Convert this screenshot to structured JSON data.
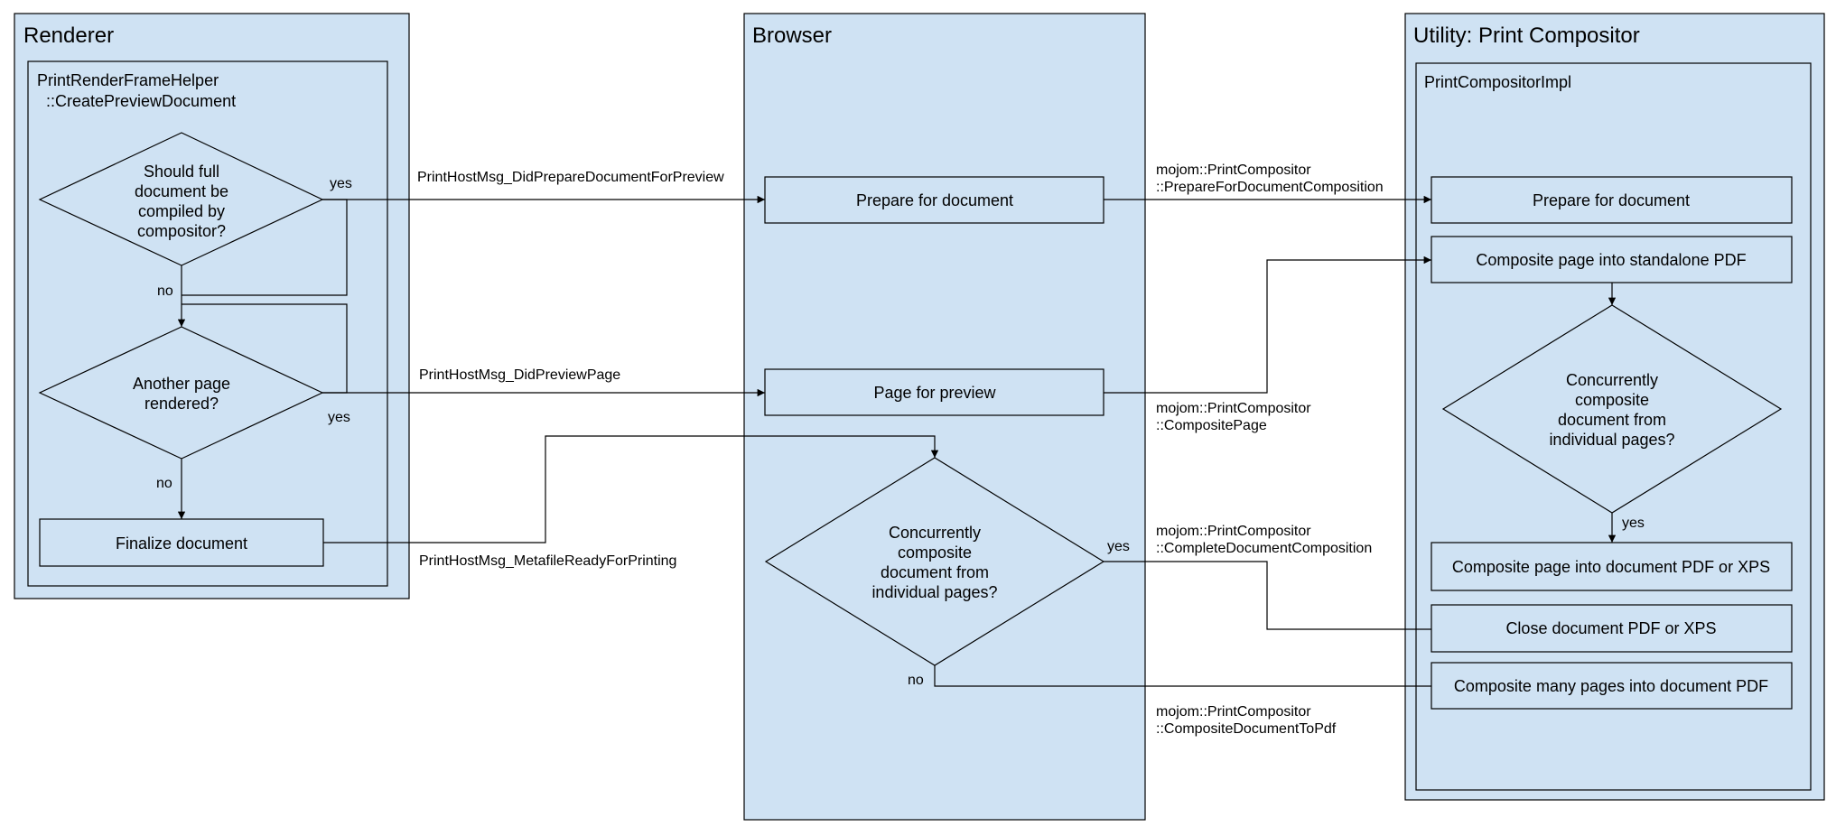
{
  "columns": {
    "renderer": "Renderer",
    "browser": "Browser",
    "utility": "Utility: Print Compositor"
  },
  "sub_containers": {
    "renderer": [
      "PrintRenderFrameHelper",
      "  ::CreatePreviewDocument"
    ],
    "utility": "PrintCompositorImpl"
  },
  "renderer_nodes": {
    "should_full": [
      "Should full",
      "document be",
      "compiled by",
      "compositor?"
    ],
    "another_page": [
      "Another page",
      "rendered?"
    ],
    "finalize": "Finalize document"
  },
  "browser_nodes": {
    "prepare": "Prepare for document",
    "page_preview": "Page for preview",
    "concurrently": [
      "Concurrently",
      "composite",
      "document from",
      "individual pages?"
    ]
  },
  "utility_nodes": {
    "prepare": "Prepare for document",
    "standalone": "Composite page into standalone PDF",
    "concurrently": [
      "Concurrently",
      "composite",
      "document from",
      "individual pages?"
    ],
    "composite_doc": "Composite page into document PDF or XPS",
    "close_doc": "Close document PDF or XPS",
    "many_pages": "Composite many pages into document PDF"
  },
  "messages": {
    "did_prepare": "PrintHostMsg_DidPrepareDocumentForPreview",
    "did_preview_page": "PrintHostMsg_DidPreviewPage",
    "metafile_ready": "PrintHostMsg_MetafileReadyForPrinting",
    "mojo_prepare": [
      "mojom::PrintCompositor",
      "::PrepareForDocumentComposition"
    ],
    "mojo_composite_page": [
      "mojom::PrintCompositor",
      "::CompositePage"
    ],
    "mojo_complete": [
      "mojom::PrintCompositor",
      "::CompleteDocumentComposition"
    ],
    "mojo_to_pdf": [
      "mojom::PrintCompositor",
      "::CompositeDocumentToPdf"
    ]
  },
  "branch_labels": {
    "should_full_yes": "yes",
    "should_full_no": "no",
    "another_page_yes": "yes",
    "another_page_no": "no",
    "browser_concurrent_yes": "yes",
    "browser_concurrent_no": "no",
    "utility_concurrent_yes": "yes"
  },
  "colors": {
    "panel_fill": "#cfe2f3",
    "stroke": "#000000"
  }
}
